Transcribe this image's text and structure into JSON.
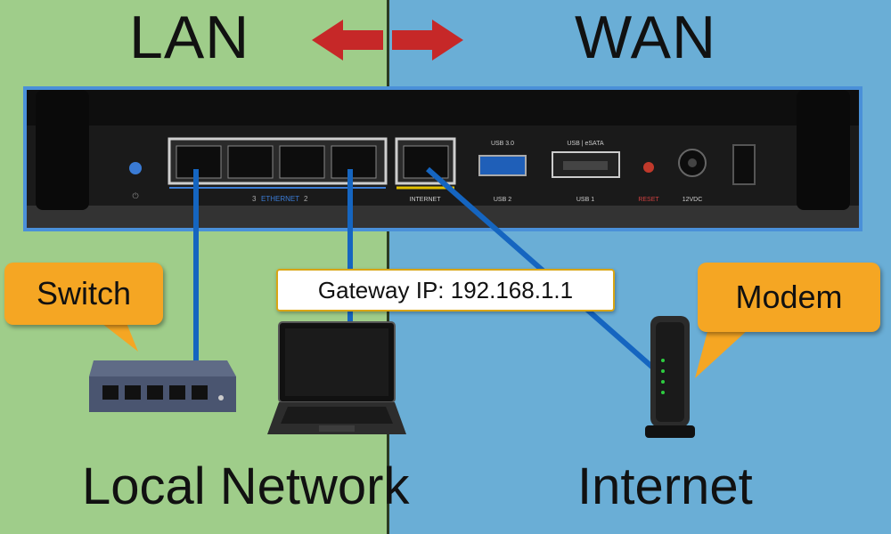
{
  "titles": {
    "lan": "LAN",
    "wan": "WAN"
  },
  "router": {
    "port_group_label_1": "3",
    "port_group_label_ethernet": "ETHERNET",
    "port_group_label_2": "2",
    "internet_port_label": "INTERNET",
    "usb2_top_label": "USB 3.0",
    "usb2_label": "USB 2",
    "usb1_top_label": "USB | eSATA",
    "usb1_label": "USB 1",
    "reset_label": "RESET",
    "power_label": "12VDC"
  },
  "callouts": {
    "switch": "Switch",
    "modem": "Modem"
  },
  "gateway": {
    "text": "Gateway IP: 192.168.1.1"
  },
  "bottom": {
    "local": "Local Network",
    "internet": "Internet"
  },
  "colors": {
    "lan_bg": "#9fcd8a",
    "wan_bg": "#6aaed6",
    "cable": "#1565c0",
    "callout": "#f5a623",
    "arrow": "#c62828"
  },
  "icons": [
    "double-arrow-icon",
    "router-icon",
    "switch-icon",
    "laptop-icon",
    "modem-icon"
  ]
}
